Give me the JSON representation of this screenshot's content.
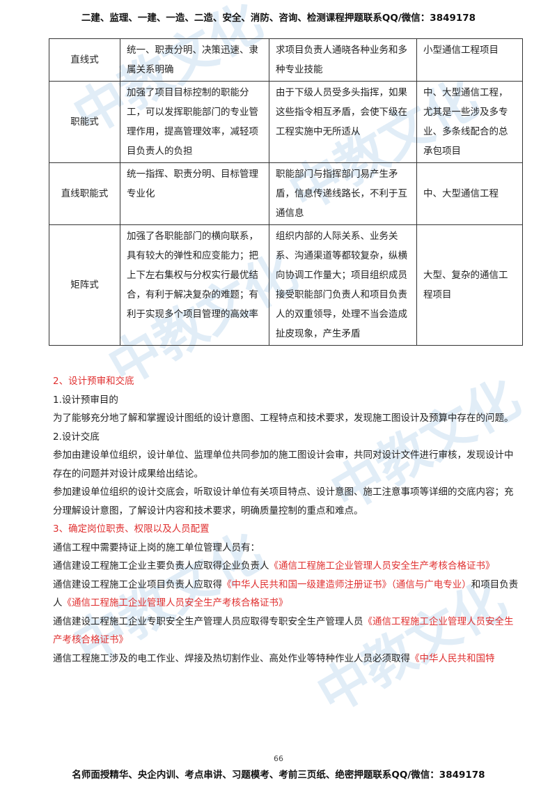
{
  "header": {
    "text": "二建、监理、一建、一造、二造、安全、消防、咨询、检测课程押题联系QQ/微信：3849178"
  },
  "footer": {
    "text": "名师面授精华、央企内训、考点串讲、习题模考、考前三页纸、绝密押题联系QQ/微信：3849178"
  },
  "page_number": "66",
  "watermark": {
    "text": "中教文化"
  },
  "table": {
    "rows": [
      {
        "type": "直线式",
        "features": "统一、职责分明、决策迅速、隶属关系明确",
        "drawbacks": "求项目负责人通晓各种业务和多种专业技能",
        "scope": "小型通信工程项目"
      },
      {
        "type": "职能式",
        "features": "加强了项目目标控制的职能分工，可以发挥职能部门的专业管理作用，提高管理效率，减轻项目负责人的负担",
        "drawbacks": "由于下级人员受多头指挥，如果这些指令相互矛盾，会使下级在工程实施中无所适从",
        "scope": "中、大型通信工程，尤其是一些涉及多专业、多条线配合的总承包项目"
      },
      {
        "type": "直线职能式",
        "features": "统一指挥、职责分明、目标管理专业化",
        "drawbacks": "职能部门与指挥部门易产生矛盾，信息传递线路长，不利于互通信息",
        "scope": "中、大型通信工程"
      },
      {
        "type": "矩阵式",
        "features": "加强了各职能部门的横向联系，具有较大的弹性和应变能力；把上下左右集权与分权实行最优结合，有利于解决复杂的难题；有利于实现多个项目管理的高效率",
        "drawbacks": "组织内部的人际关系、业务关系、沟通渠道等都较复杂，纵横向协调工作量大；项目组织成员接受职能部门负责人和项目负责人的双重领导，处理不当会造成扯皮现象，产生矛盾",
        "scope": "大型、复杂的通信工程项目"
      }
    ]
  },
  "sections": {
    "s2_title": "2、设计预审和交底",
    "s2_sub1": "1.设计预审目的",
    "s2_p1": "为了能够充分地了解和掌握设计图纸的设计意图、工程特点和技术要求，发现施工图设计及预算中存在的问题。",
    "s2_sub2": "2.设计交底",
    "s2_p2": "参加由建设单位组织，设计单位、监理单位共同参加的施工图设计会审，共同对设计文件进行审核，发现设计中存在的问题并对设计成果给出结论。",
    "s2_p3": "参加建设单位组织的设计交底会，听取设计单位有关项目特点、设计意图、施工注意事项等详细的交底内容；充分理解设计意图，了解设计内容和技术要求，明确质量控制的重点和难点。",
    "s3_title": "3、确定岗位职责、权限以及人员配置",
    "s3_p0": "通信工程中需要持证上岗的施工单位管理人员有：",
    "s3_p1_a": "通信建设工程施工企业主要负责人应取得企业负责人",
    "s3_p1_b": "《通信工程施工企业管理人员安全生产考核合格证书》",
    "s3_p2_a": "通信建设工程施工企业项目负责人应取得",
    "s3_p2_b": "《中华人民共和国一级建造师注册证书》（通信与广电专业）",
    "s3_p2_c": "和项目负责人",
    "s3_p2_d": "《通信工程施工企业管理人员安全生产考核合格证书》",
    "s3_p3_a": "通信建设工程施工企业专职安全生产管理人员应取得专职安全生产管理人员",
    "s3_p3_b": "《通信工程施工企业管理人员安全生产考核合格证书》",
    "s3_p4_a": "通信工程施工涉及的电工作业、焊接及热切割作业、高处作业等特种作业人员必须取得",
    "s3_p4_b": "《中华人民共和国特"
  }
}
